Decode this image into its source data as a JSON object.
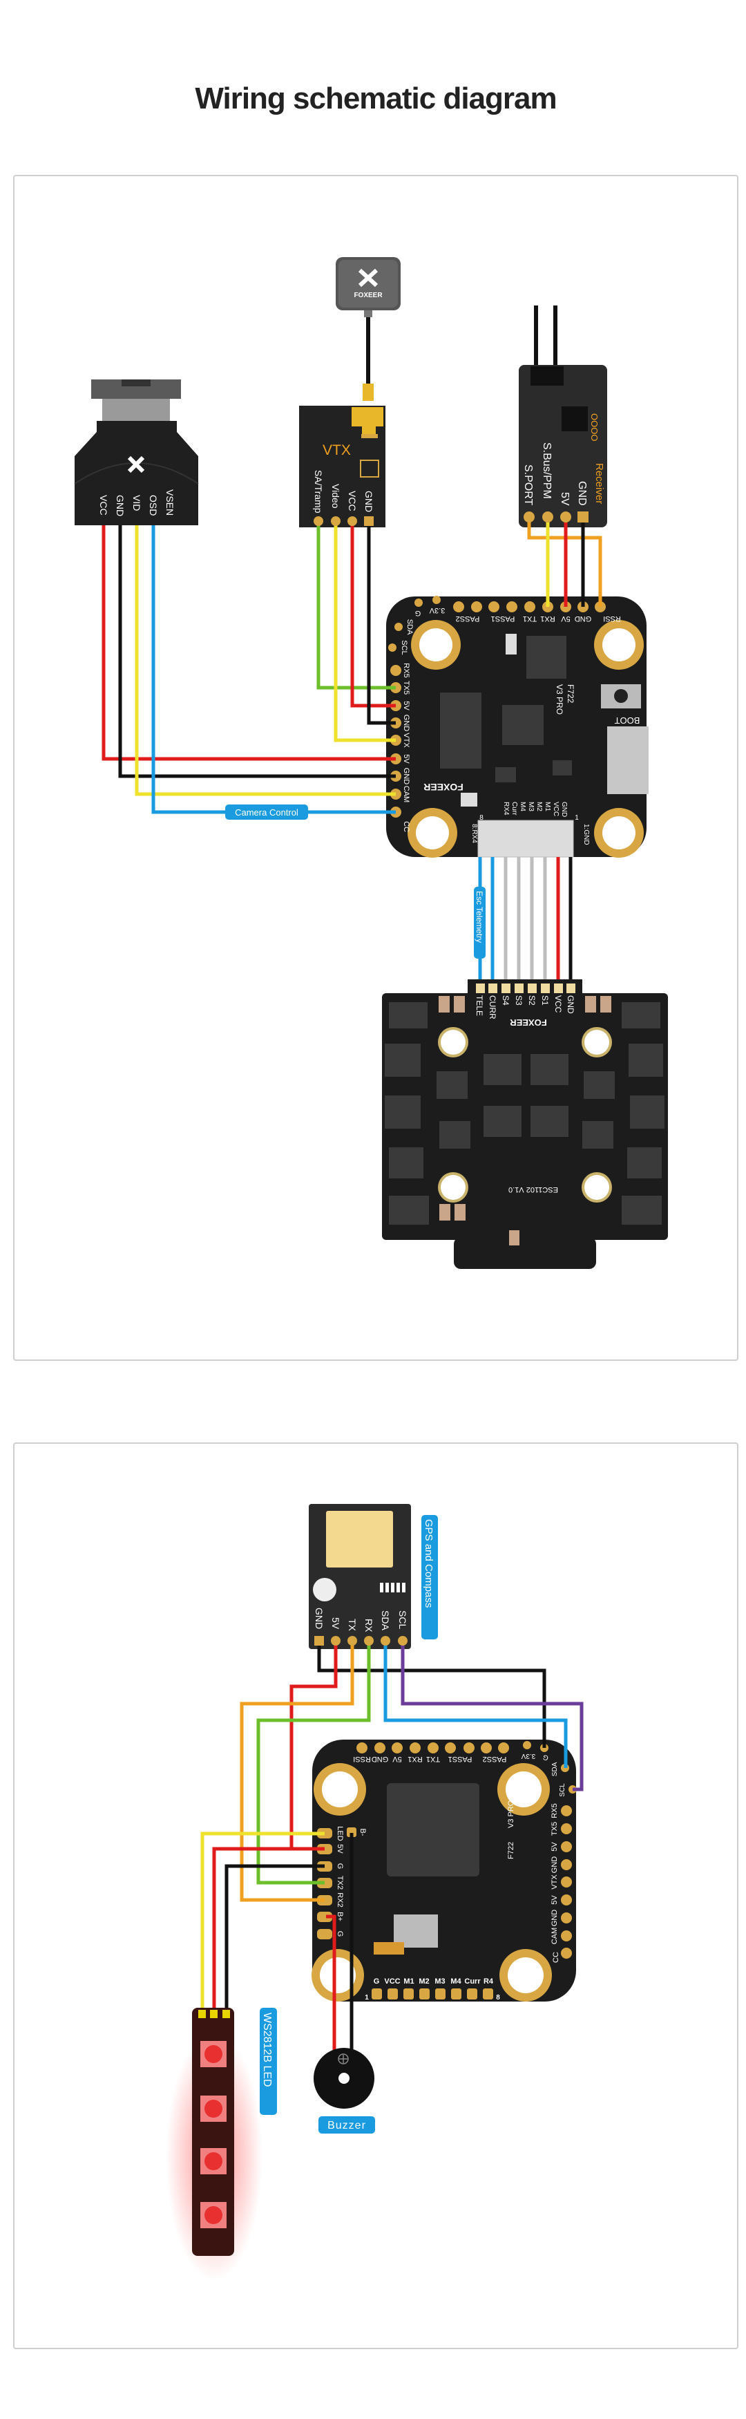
{
  "title": "Wiring schematic diagram",
  "colors": {
    "red": "#e01b1b",
    "black": "#111111",
    "yellow": "#efe22c",
    "blue": "#1a9be0",
    "green": "#6cbf2a",
    "orange": "#f0a020",
    "purple": "#6a3d9a",
    "gray": "#bdbdbd",
    "pad": "#d8a743",
    "board": "#1c1c1c"
  },
  "camera": {
    "pins": [
      "VCC",
      "GND",
      "VID",
      "OSD",
      "VSEN"
    ]
  },
  "antenna": {
    "brand": "FOXEER"
  },
  "vtx": {
    "title": "VTX",
    "pins": [
      "SA/Tramp",
      "Video",
      "VCC",
      "GND"
    ]
  },
  "receiver": {
    "title": "Receiver",
    "marking": "OOOO",
    "pins": [
      "S.PORT",
      "S.Bus/PPM",
      "5V",
      "GND"
    ]
  },
  "fc1": {
    "top": [
      "G",
      "3.3V",
      "PASS2",
      "PASS1",
      "TX1",
      "RX1",
      "5V",
      "GND",
      "RSSI"
    ],
    "left": [
      "SDA",
      "SCL",
      "RX5",
      "TX5",
      "5V",
      "GND",
      "VTX",
      "5V",
      "GND",
      "CAM",
      "CC"
    ],
    "bottom": [
      "GND",
      "VCC",
      "M1",
      "M2",
      "M3",
      "M4",
      "Curr",
      "RX4"
    ],
    "conn_left_num": "8",
    "conn_right_num": "1",
    "conn_left": "8:RX4",
    "conn_right": "1:GND",
    "model_line1": "F722",
    "model_line2": "V3 PRO",
    "brand": "FOXEER",
    "boot": "BOOT"
  },
  "tags": {
    "camera_control": "Camera Control",
    "esc_telemetry": "Esc Telemetry",
    "gps": "GPS and Compass",
    "led": "WS2812B LED",
    "buzzer": "Buzzer"
  },
  "esc": {
    "pins": [
      "TELE",
      "CURR",
      "S4",
      "S3",
      "S2",
      "S1",
      "VCC",
      "GND"
    ],
    "brand": "FOXEER",
    "model": "ESC1102  V1.0"
  },
  "gps": {
    "pins": [
      "GND",
      "5V",
      "TX",
      "RX",
      "SDA",
      "SCL"
    ]
  },
  "fc2": {
    "top": [
      "RSSI",
      "GND",
      "5V",
      "RX1",
      "TX1",
      "PASS1",
      "PASS2",
      "3.3V",
      "G"
    ],
    "corner": [
      "SDA",
      "SCL"
    ],
    "left": [
      "LED",
      "5V",
      "G",
      "TX2",
      "RX2",
      "B+",
      "G"
    ],
    "bminus": "B-",
    "right": [
      "RX5",
      "TX5",
      "5V",
      "GND",
      "VTX",
      "5V",
      "GND",
      "CAM",
      "CC"
    ],
    "bottom": [
      "G",
      "VCC",
      "M1",
      "M2",
      "M3",
      "M4",
      "Curr",
      "R4"
    ],
    "bottom_first": "1",
    "bottom_last": "8",
    "model_line1": "F722",
    "model_line2": "V3 PRO"
  }
}
